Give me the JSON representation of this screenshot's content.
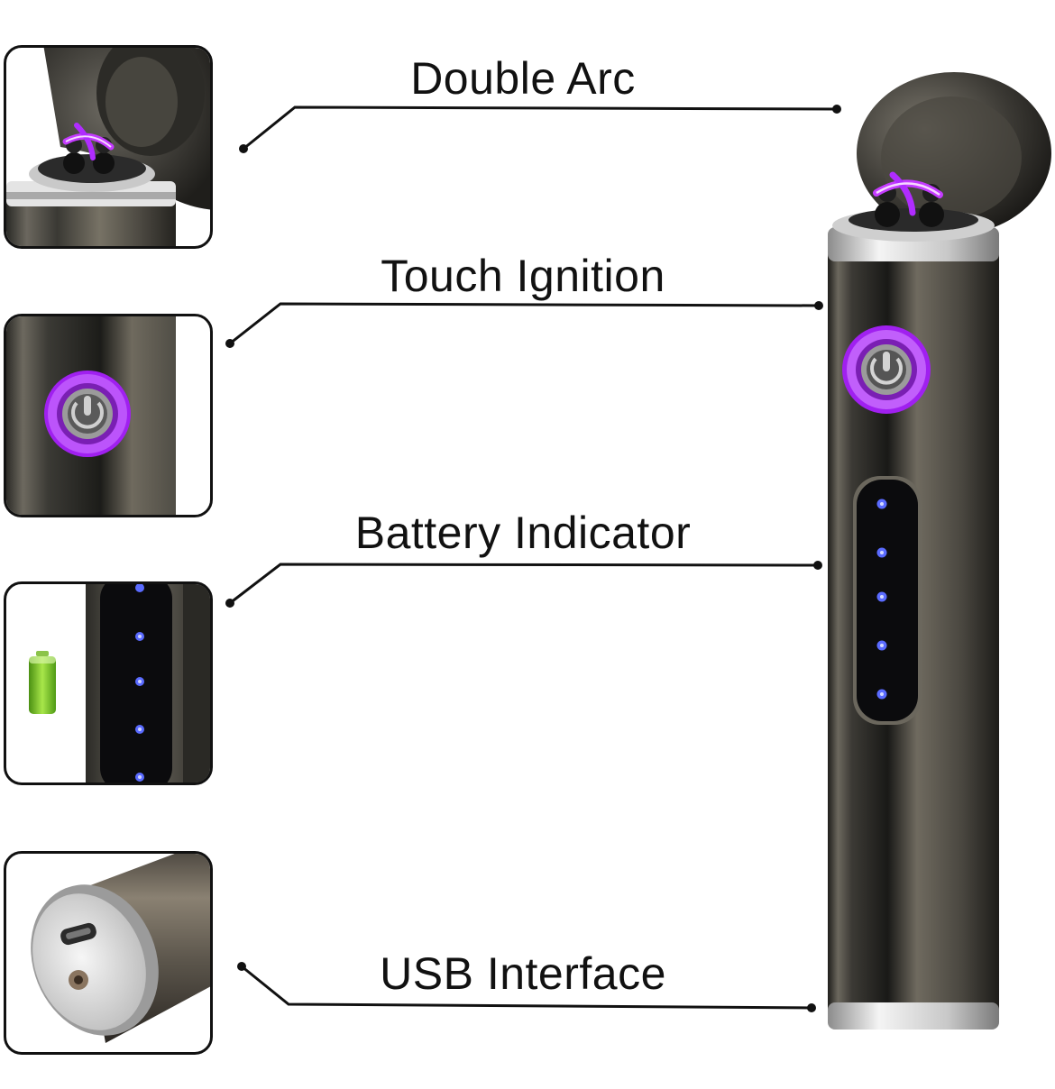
{
  "features": [
    {
      "id": "double-arc",
      "label": "Double Arc"
    },
    {
      "id": "touch-ignition",
      "label": "Touch Ignition"
    },
    {
      "id": "battery-indicator",
      "label": "Battery Indicator"
    },
    {
      "id": "usb-interface",
      "label": "USB Interface"
    }
  ],
  "battery_indicator_leds_visible": 5,
  "colors": {
    "body_dark": "#2a2a26",
    "body_light": "#6e6a60",
    "chrome": "#d8d8d8",
    "arc_purple": "#b02cff",
    "ring_purple": "#a020f0",
    "led_blue": "#5a6bff",
    "battery_green": "#7ed321"
  }
}
